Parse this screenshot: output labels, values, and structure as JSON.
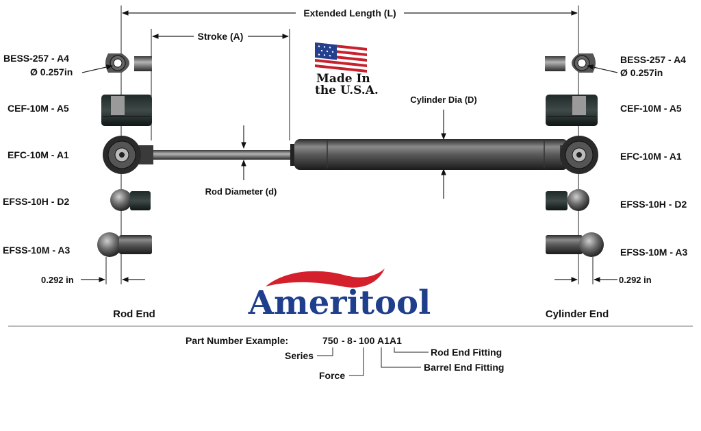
{
  "dimensions": {
    "extended_length": "Extended Length (L)",
    "stroke": "Stroke (A)",
    "cylinder_dia": "Cylinder Dia (D)",
    "rod_diameter": "Rod Diameter (d)",
    "offset_left": "0.292 in",
    "offset_right": "0.292 in"
  },
  "fittings": {
    "left": [
      {
        "code": "BESS-257 - A4",
        "sub": "Ø 0.257in"
      },
      {
        "code": "CEF-10M - A5"
      },
      {
        "code": "EFC-10M - A1"
      },
      {
        "code": "EFSS-10H - D2"
      },
      {
        "code": "EFSS-10M - A3"
      }
    ],
    "right": [
      {
        "code": "BESS-257 - A4",
        "sub": "Ø 0.257in"
      },
      {
        "code": "CEF-10M - A5"
      },
      {
        "code": "EFC-10M - A1"
      },
      {
        "code": "EFSS-10H - D2"
      },
      {
        "code": "EFSS-10M - A3"
      }
    ]
  },
  "ends": {
    "rod_end": "Rod End",
    "cylinder_end": "Cylinder End"
  },
  "made_in": {
    "line1": "Made In",
    "line2": "the U.S.A."
  },
  "brand": {
    "name": "Ameritool",
    "color": "#1f3f8c",
    "swoosh_color": "#d4202c"
  },
  "part_number": {
    "label": "Part Number Example:",
    "series": "750",
    "sep1": "-",
    "force": "8",
    "sep2": "-",
    "stroke": "100",
    "barrel_code": "A1",
    "rod_code": "A1",
    "series_label": "Series",
    "force_label": "Force",
    "rod_end_fitting": "Rod End Fitting",
    "barrel_end_fitting": "Barrel End Fitting"
  }
}
